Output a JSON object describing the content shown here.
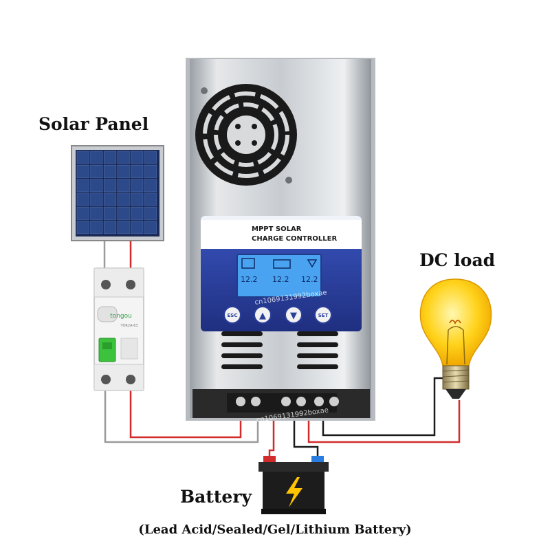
{
  "labels": {
    "solar_panel": "Solar Panel",
    "dc_load": "DC load",
    "battery": "Battery",
    "battery_types": "(Lead Acid/Sealed/Gel/Lithium Battery)"
  },
  "controller": {
    "title_line1": "MPPT SOLAR",
    "title_line2": "CHARGE CONTROLLER",
    "lcd_values": [
      "12.2",
      "12.2",
      "12.2"
    ],
    "buttons": [
      "ESC",
      "▲",
      "▼",
      "SET"
    ]
  },
  "breaker": {
    "brand": "tongou",
    "model": "TOR2A-63"
  },
  "watermark": "cn1069131992boxae",
  "colors": {
    "red_wire": "#d22b2b",
    "black_wire": "#1a1a1a",
    "gray_wire": "#9a9a9a",
    "panel_blue": "#2a3f9a",
    "lcd_blue": "#4aa3f0",
    "bulb_yellow": "#ffd21a",
    "battery_bolt": "#ffc400"
  }
}
